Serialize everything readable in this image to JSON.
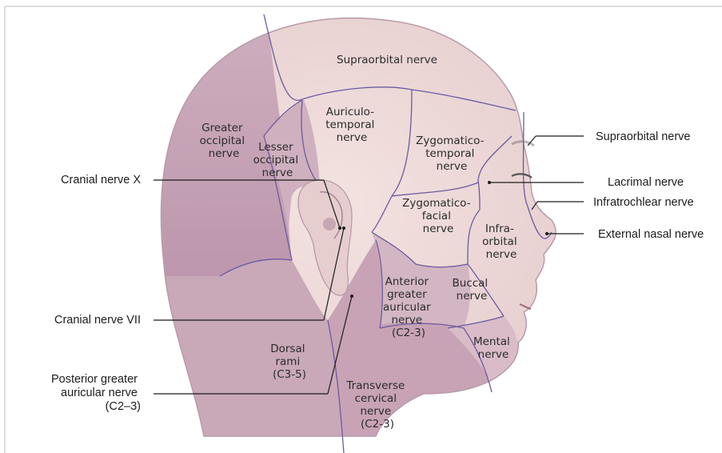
{
  "callouts": {
    "left": {
      "cranial_x": "Cranial nerve X",
      "cranial_vii": "Cranial nerve VII",
      "posterior_greater_auricular": [
        "Posterior greater",
        "auricular nerve",
        "(C2–3)"
      ]
    },
    "right": {
      "supraorbital": "Supraorbital nerve",
      "lacrimal": "Lacrimal nerve",
      "infratrochlear": "Infratrochlear nerve",
      "external_nasal": "External nasal nerve"
    }
  },
  "regions": {
    "supraorbital": [
      "Supraorbital nerve"
    ],
    "greater_occipital": [
      "Greater",
      "occipital",
      "nerve"
    ],
    "lesser_occipital": [
      "Lesser",
      "occipital",
      "nerve"
    ],
    "auriculotemporal": [
      "Auriculo-",
      "temporal",
      "nerve"
    ],
    "zygomaticotemporal": [
      "Zygomatico-",
      "temporal",
      "nerve"
    ],
    "zygomaticofacial": [
      "Zygomatico-",
      "facial",
      "nerve"
    ],
    "infraorbital": [
      "Infra-",
      "orbital",
      "nerve"
    ],
    "buccal": [
      "Buccal",
      "nerve"
    ],
    "anterior_greater_auricular": [
      "Anterior",
      "greater",
      "auricular",
      "nerve",
      "(C2-3)"
    ],
    "mental": [
      "Mental",
      "nerve"
    ],
    "dorsal_rami": [
      "Dorsal",
      "rami",
      "(C3-5)"
    ],
    "transverse_cervical": [
      "Transverse",
      "cervical",
      "nerve",
      "(C2-3)"
    ]
  },
  "colors": {
    "skin_light": "#ecd8d6",
    "skin_mauve": "#c8a6b6",
    "skin_mauve_dark": "#b48fa5",
    "boundary": "#6d5aa0",
    "frame": "#bdbdbd"
  }
}
